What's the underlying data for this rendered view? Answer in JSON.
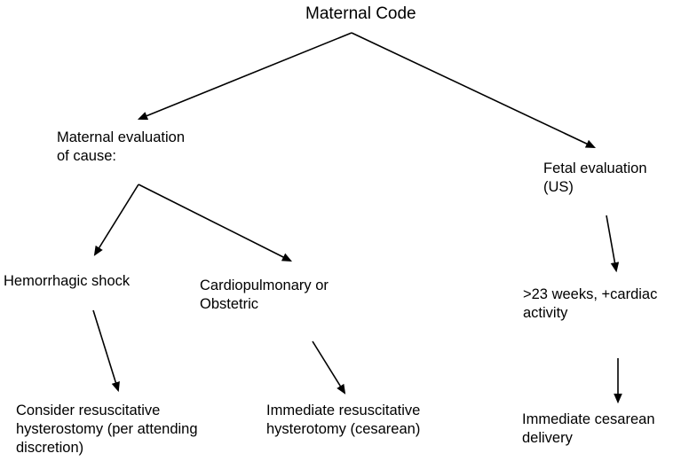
{
  "diagram": {
    "title": "Maternal Code",
    "background_color": "#ffffff",
    "line_color": "#000000",
    "text_color": "#000000",
    "nodes": {
      "root": "Maternal Code",
      "maternal_evaluation": "Maternal evaluation\nof cause:",
      "fetal_evaluation": "Fetal evaluation\n(US)",
      "hemorrhagic_shock": "Hemorrhagic shock",
      "cardiopulmonary": "Cardiopulmonary or\nObstetric",
      "weeks_cardiac": ">23 weeks, +cardiac\nactivity",
      "consider_resuscitative": "Consider resuscitative\nhysterostomy (per attending\ndiscretion)",
      "immediate_hysterotomy": "Immediate resuscitative\nhysterotomy (cesarean)",
      "immediate_cesarean": "Immediate cesarean\ndelivery"
    },
    "edges": [
      {
        "name": "root-to-maternal-evaluation",
        "from": "Maternal Code",
        "to": "Maternal evaluation of cause:"
      },
      {
        "name": "root-to-fetal-evaluation",
        "from": "Maternal Code",
        "to": "Fetal evaluation (US)"
      },
      {
        "name": "maternal-to-hemorrhagic",
        "from": "Maternal evaluation of cause:",
        "to": "Hemorrhagic shock"
      },
      {
        "name": "maternal-to-cardiopulmonary",
        "from": "Maternal evaluation of cause:",
        "to": "Cardiopulmonary or Obstetric"
      },
      {
        "name": "hemorrhagic-to-consider",
        "from": "Hemorrhagic shock",
        "to": "Consider resuscitative hysterostomy (per attending discretion)"
      },
      {
        "name": "cardiopulmonary-to-immediate-hysterotomy",
        "from": "Cardiopulmonary or Obstetric",
        "to": "Immediate resuscitative hysterotomy (cesarean)"
      },
      {
        "name": "fetal-to-weeks",
        "from": "Fetal evaluation (US)",
        "to": ">23 weeks, +cardiac activity"
      },
      {
        "name": "weeks-to-immediate-cesarean",
        "from": ">23 weeks, +cardiac activity",
        "to": "Immediate cesarean delivery"
      }
    ]
  }
}
